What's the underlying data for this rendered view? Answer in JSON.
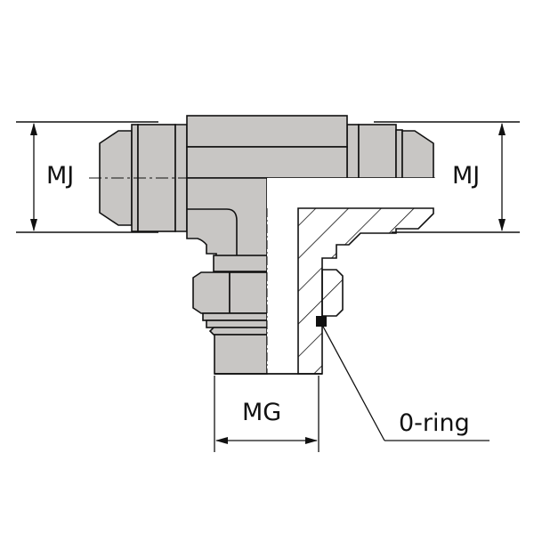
{
  "diagram": {
    "title": "Tee fitting with swivel nut and O-ring boss",
    "colors": {
      "body_fill": "#c8c6c4",
      "outline": "#111111",
      "background": "#ffffff",
      "hatch": "#111111"
    },
    "labels": {
      "left_dimension": "MJ",
      "right_dimension": "MJ",
      "bottom_dimension": "MG",
      "callout": "0-ring"
    }
  }
}
